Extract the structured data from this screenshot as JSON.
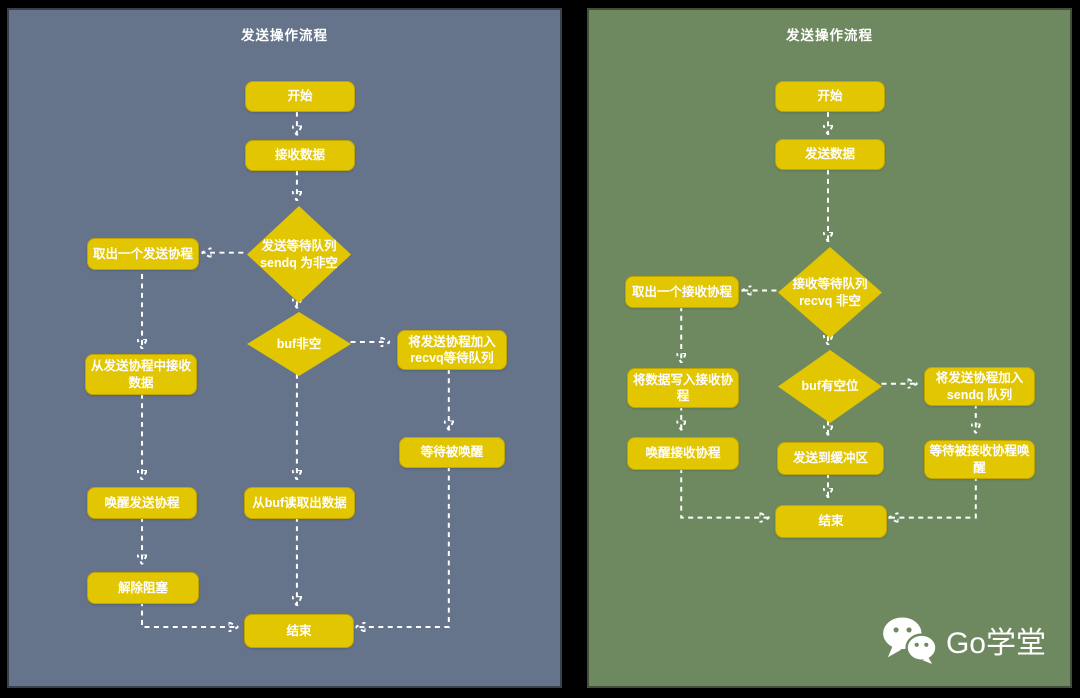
{
  "colors": {
    "canvas_background": "#000000",
    "left_panel_background": "#65748A",
    "right_panel_background": "#6E8960",
    "node_fill": "#E3C602",
    "node_border": "#C2A600",
    "text": "#FFFFFF",
    "connector": "#FFFFFF"
  },
  "left_panel": {
    "title": "发送操作流程",
    "nodes": {
      "start": "开始",
      "receive_data": "接收数据",
      "sendq_check": "发送等待队列\nsendq 为非空",
      "take_send_goroutine": "取出一个发送协程",
      "recv_from_send_goroutine": "从发送协程中接收\n数据",
      "buf_check": "buf非空",
      "add_to_recvq": "将发送协程加入\nrecvq等待队列",
      "wait_wakeup": "等待被唤醒",
      "wake_send_goroutine": "唤醒发送协程",
      "unblock": "解除阻塞",
      "read_from_buf": "从buf读取出数据",
      "end": "结束"
    }
  },
  "right_panel": {
    "title": "发送操作流程",
    "nodes": {
      "start": "开始",
      "send_data": "发送数据",
      "recvq_check": "接收等待队列\nrecvq 非空",
      "take_recv_goroutine": "取出一个接收协程",
      "write_to_recv_goroutine": "将数据写入接收协\n程",
      "buf_check": "buf有空位",
      "add_to_sendq": "将发送协程加入\nsendq 队列",
      "wait_recv_wakeup": "等待被接收协程唤\n醒",
      "wake_recv_goroutine": "唤醒接收协程",
      "send_to_buffer": "发送到缓冲区",
      "end": "结束"
    },
    "watermark": {
      "brand": "Go学堂",
      "icon": "wechat-icon"
    }
  }
}
